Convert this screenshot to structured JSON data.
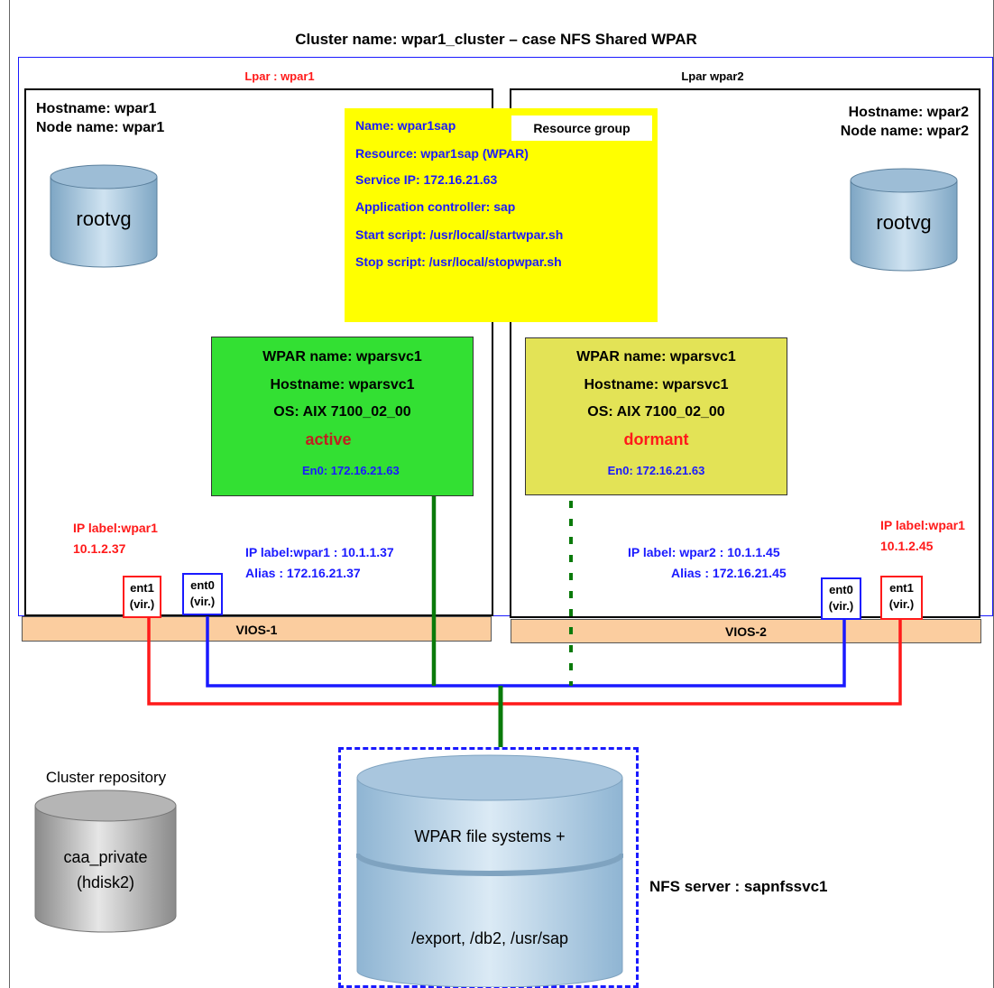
{
  "cluster_title": "Cluster name: wpar1_cluster – case NFS Shared WPAR",
  "lpar1": {
    "title": "Lpar : wpar1",
    "hostname": "Hostname: wpar1",
    "nodename": "Node name: wpar1",
    "rootvg": "rootvg",
    "ip_label_red_1": "IP label:wpar1",
    "ip_label_red_2": "10.1.2.37",
    "ip_label_blue_1": "IP label:wpar1 : 10.1.1.37",
    "ip_label_blue_2": "Alias : 172.16.21.37",
    "ent1_a": "ent1",
    "ent1_b": "(vir.)",
    "ent0_a": "ent0",
    "ent0_b": "(vir.)",
    "vios": "VIOS-1"
  },
  "lpar2": {
    "title": "Lpar wpar2",
    "hostname": "Hostname: wpar2",
    "nodename": "Node name: wpar2",
    "rootvg": "rootvg",
    "ip_label_red_1": "IP label:wpar1",
    "ip_label_red_2": "10.1.2.45",
    "ip_label_blue_1": "IP label: wpar2 : 10.1.1.45",
    "ip_label_blue_2": "Alias : 172.16.21.45",
    "ent0_a": "ent0",
    "ent0_b": "(vir.)",
    "ent1_a": "ent1",
    "ent1_b": "(vir.)",
    "vios": "VIOS-2"
  },
  "resource_group": {
    "tag": "Resource group",
    "lines": [
      "Name: wpar1sap",
      "Resource: wpar1sap (WPAR)",
      "Service IP: 172.16.21.63",
      "Application controller: sap",
      "Start script: /usr/local/startwpar.sh",
      "Stop script: /usr/local/stopwpar.sh"
    ]
  },
  "wpar_active": {
    "name": "WPAR name: wparsvc1",
    "hostname": "Hostname: wparsvc1",
    "os": "OS: AIX 7100_02_00",
    "state": "active",
    "en0": "En0: 172.16.21.63"
  },
  "wpar_dormant": {
    "name": "WPAR name: wparsvc1",
    "hostname": "Hostname: wparsvc1",
    "os": "OS: AIX 7100_02_00",
    "state": "dormant",
    "en0": "En0: 172.16.21.63"
  },
  "repository": {
    "title": "Cluster repository",
    "line1": "caa_private",
    "line2": "(hdisk2)"
  },
  "nfs": {
    "top": "WPAR file systems +",
    "bottom": "/export, /db2, /usr/sap",
    "server": "NFS server : sapnfssvc1"
  },
  "colors": {
    "yellow": "#ffff00",
    "green": "#33e033",
    "olive": "#e3e356",
    "vios": "#fbcd9f",
    "red": "#ff1a1a",
    "blue": "#1a1aff",
    "dark_green": "#0a7a0a"
  }
}
